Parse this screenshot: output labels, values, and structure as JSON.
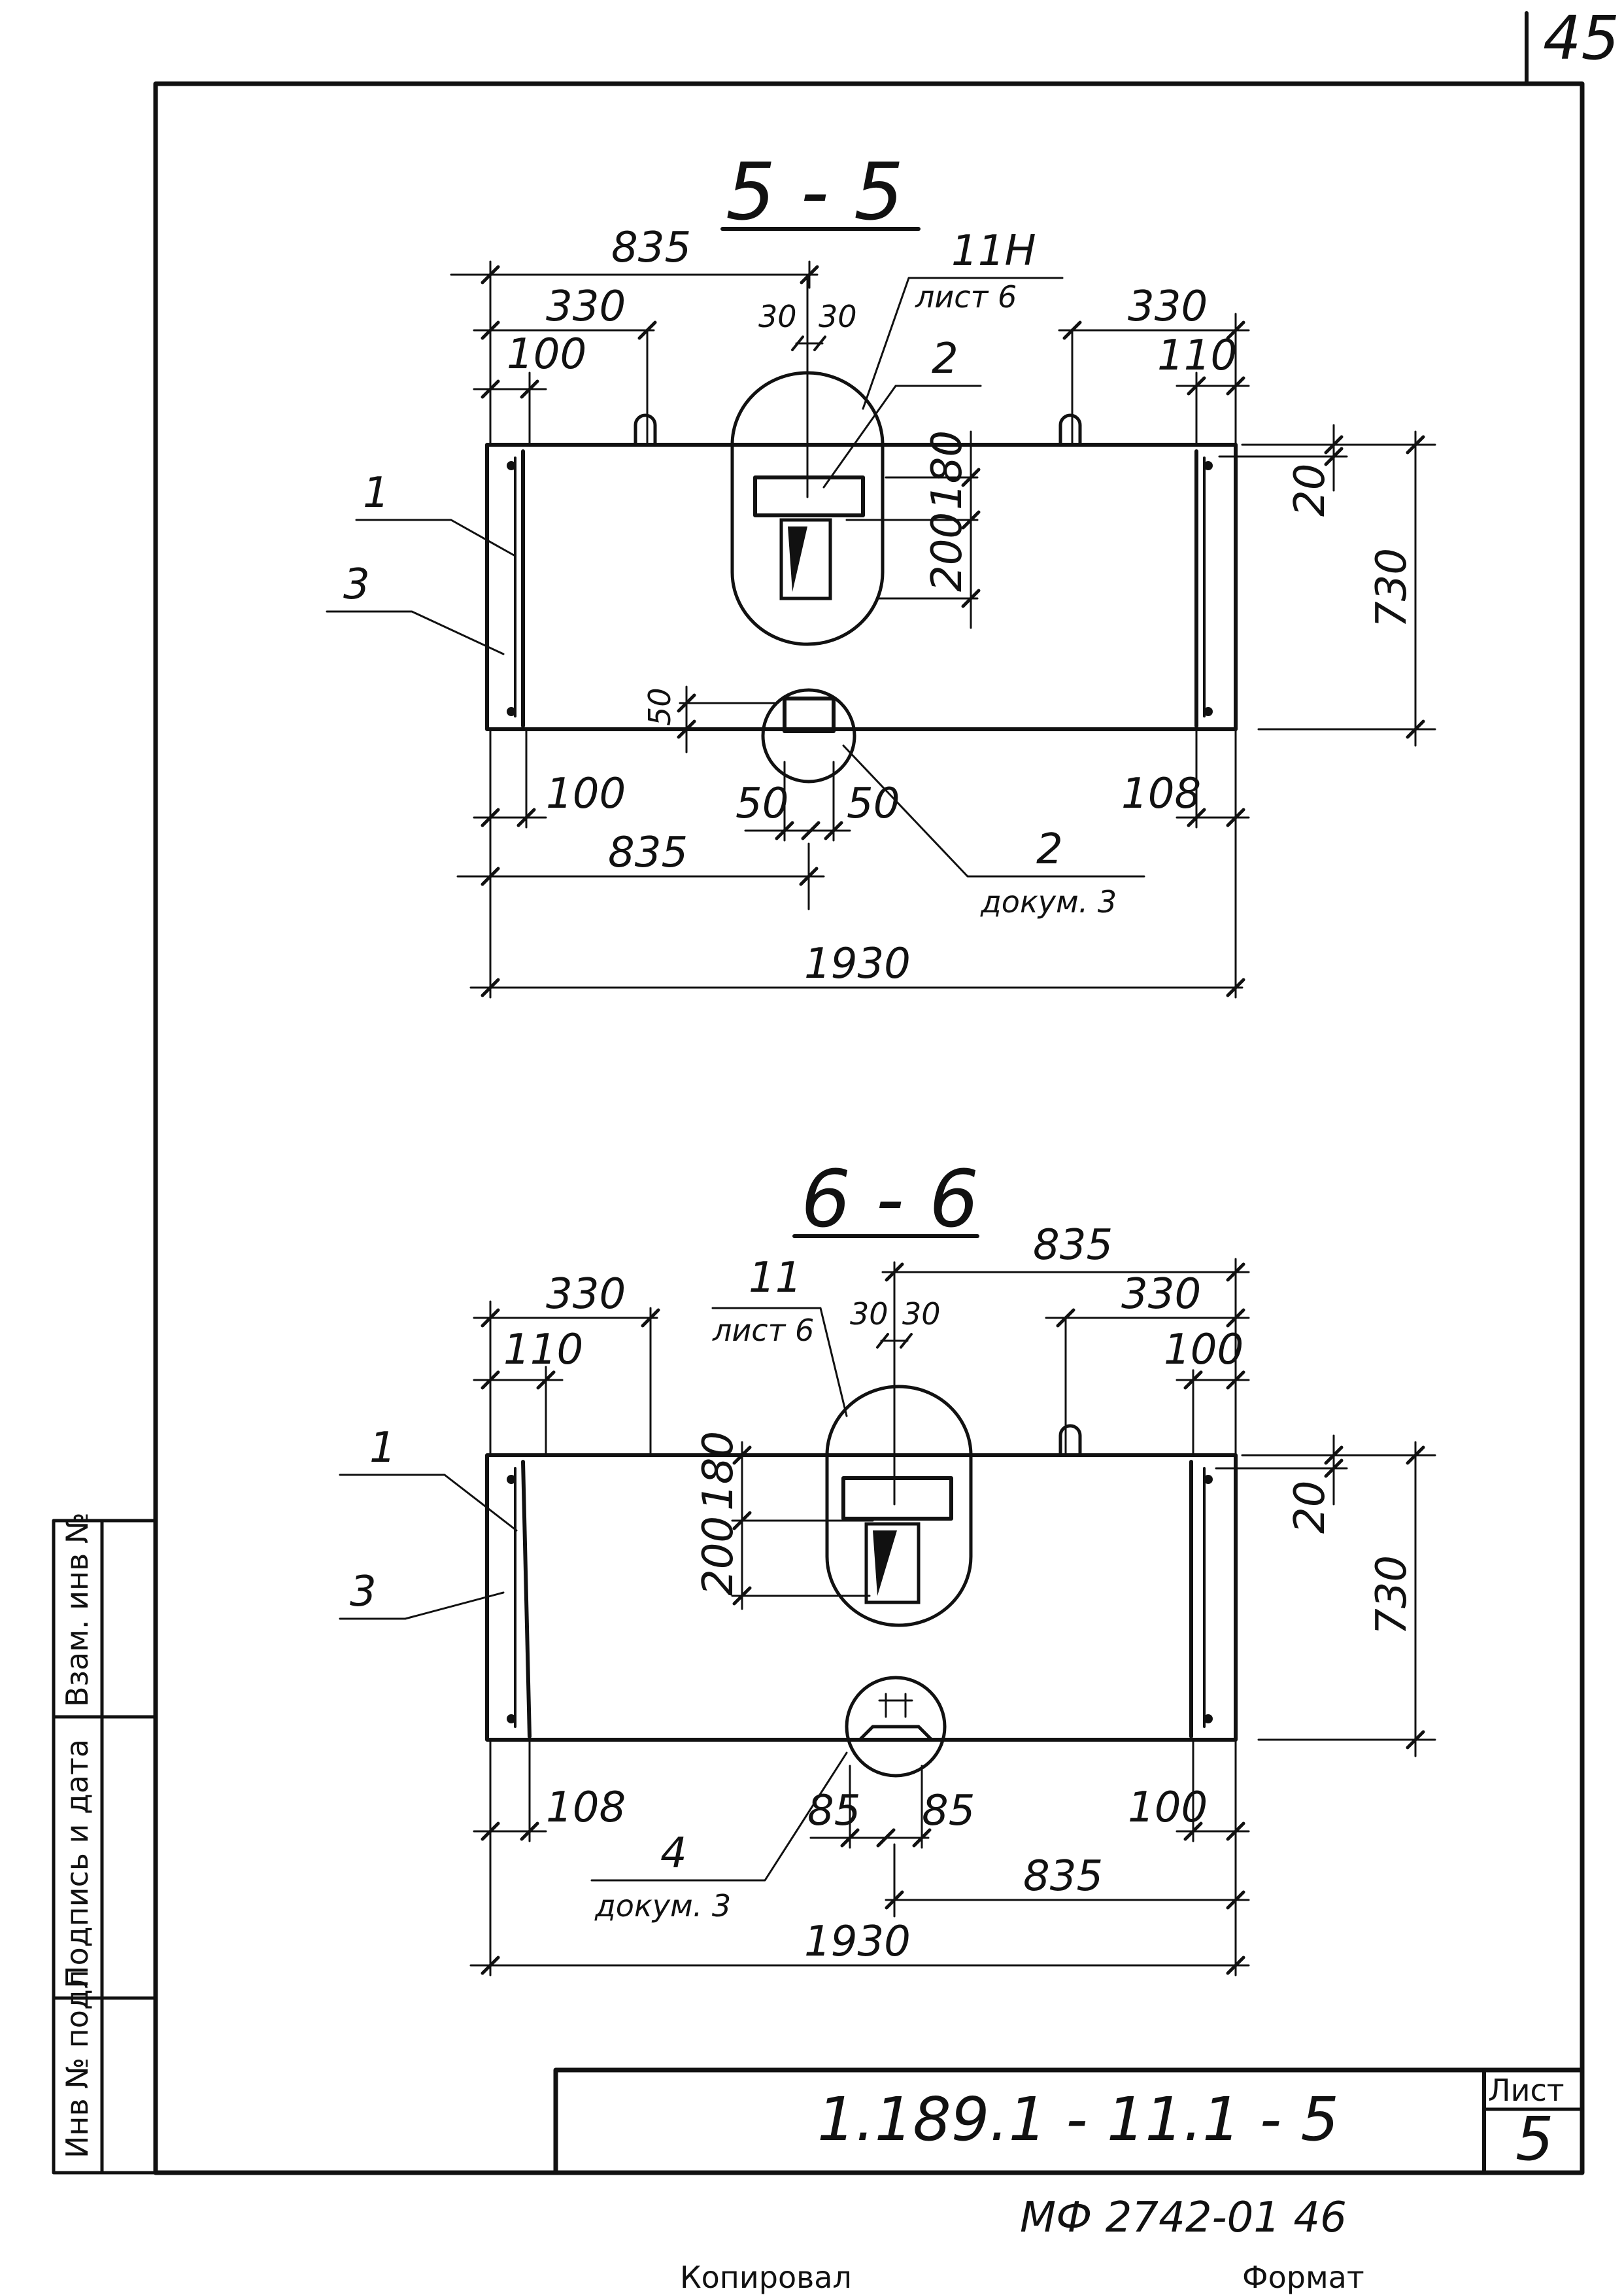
{
  "sheet_number_corner": "45",
  "sections": [
    {
      "title": "5 - 5",
      "dims": {
        "top_left_835": "835",
        "top_left_330": "330",
        "top_left_100": "100",
        "top_center_30a": "30",
        "top_center_30b": "30",
        "top_right_330": "330",
        "top_right_110": "110",
        "v_180": "180",
        "v_200": "200",
        "v_20": "20",
        "v_730": "730",
        "v_50": "50",
        "bottom_100": "100",
        "bottom_50a": "50",
        "bottom_50b": "50",
        "bottom_108": "108",
        "bottom_835": "835",
        "bottom_1930": "1930"
      },
      "callouts": {
        "c11_label": "11Н",
        "c11_sheet": "лист 6",
        "c2_top": "2",
        "c1": "1",
        "c3": "3",
        "c2_bottom": "2",
        "c2_bottom_doc": "докум. 3"
      }
    },
    {
      "title": "6 - 6",
      "dims": {
        "top_right_835": "835",
        "top_left_330": "330",
        "top_left_110": "110",
        "top_center_30a": "30",
        "top_center_30b": "30",
        "top_right_330": "330",
        "top_right_100": "100",
        "v_180": "180",
        "v_200": "200",
        "v_20": "20",
        "v_730": "730",
        "bottom_108": "108",
        "bottom_85a": "85",
        "bottom_85b": "85",
        "bottom_100": "100",
        "bottom_835": "835",
        "bottom_1930": "1930"
      },
      "callouts": {
        "c11_label": "11",
        "c11_sheet": "лист 6",
        "c1": "1",
        "c3": "3",
        "c4": "4",
        "c4_doc": "докум. 3"
      }
    }
  ],
  "side_stamp": [
    "Инв № подл",
    "Подпись и дата",
    "Взам. инв №"
  ],
  "title_block": {
    "doc_code": "1.189.1 - 11.1 - 5",
    "sheet_label": "Лист",
    "sheet_number": "5"
  },
  "footer": {
    "archive_code": "МФ 2742-01 46",
    "copied_label": "Копировал",
    "format_label": "Формат"
  }
}
